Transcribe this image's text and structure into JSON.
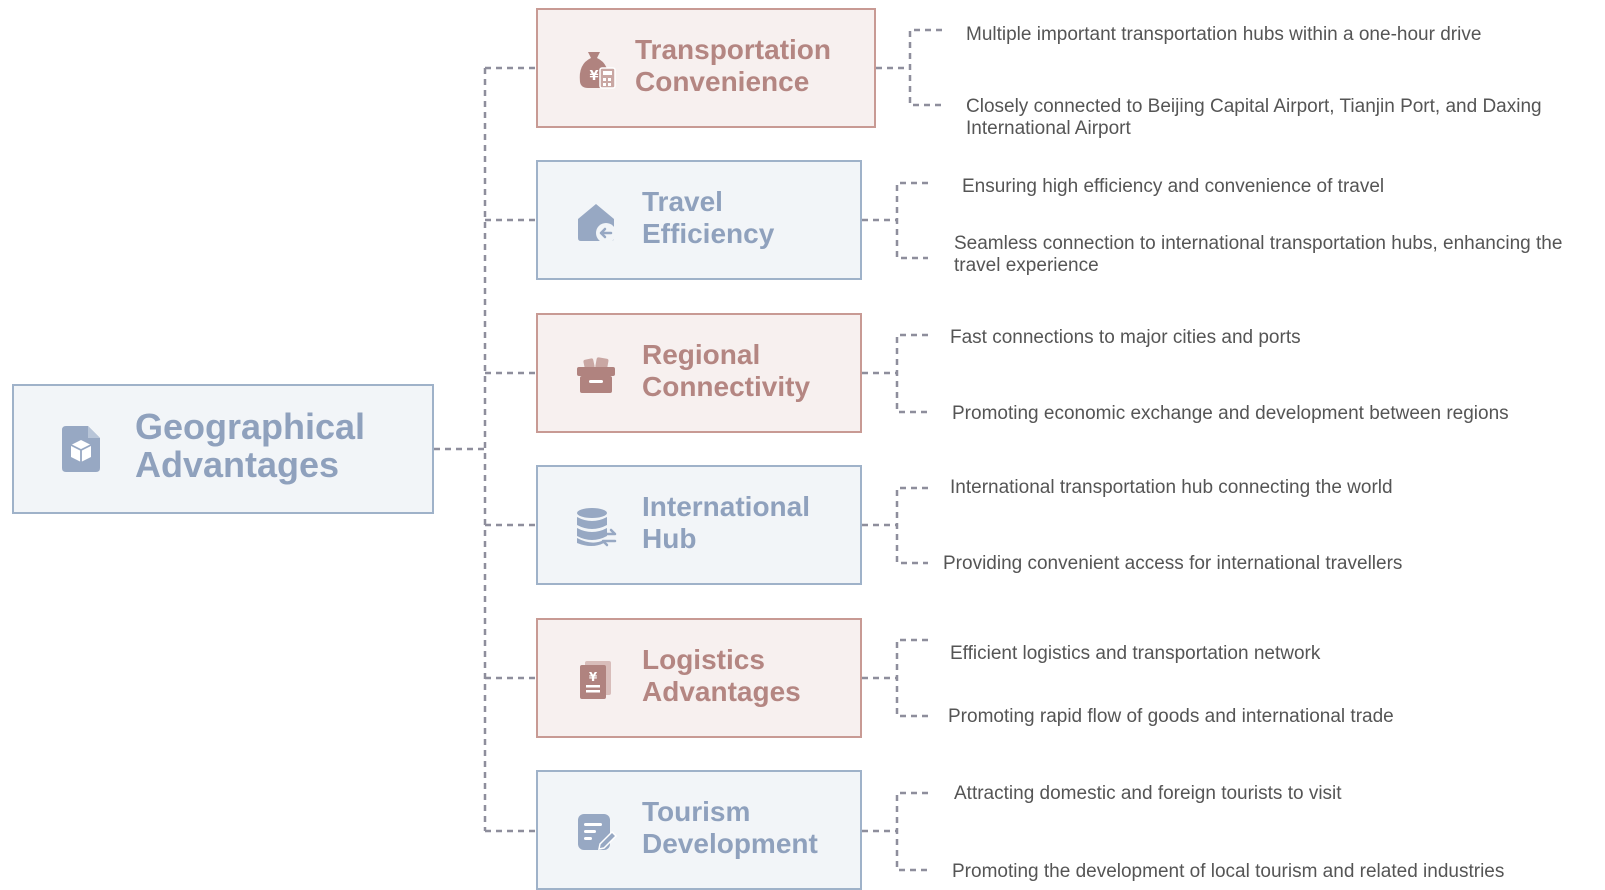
{
  "root": {
    "title": "Geographical\nAdvantages",
    "icon": "box-icon"
  },
  "branches": [
    {
      "title": "Transportation\nConvenience",
      "icon": "money-bag-calculator-icon",
      "leaves": [
        "Multiple important transportation hubs within a one-hour drive",
        "Closely connected to Beijing Capital Airport, Tianjin Port, and Daxing International Airport"
      ]
    },
    {
      "title": "Travel\nEfficiency",
      "icon": "house-return-icon",
      "leaves": [
        "Ensuring high efficiency and convenience of travel",
        "Seamless connection to international transportation hubs, enhancing the travel experience"
      ]
    },
    {
      "title": "Regional\nConnectivity",
      "icon": "package-box-icon",
      "leaves": [
        "Fast connections to major cities and ports",
        "Promoting economic exchange and development between regions"
      ]
    },
    {
      "title": "International\nHub",
      "icon": "database-exchange-icon",
      "leaves": [
        "International transportation hub connecting the world",
        "Providing convenient access for international travellers"
      ]
    },
    {
      "title": "Logistics\nAdvantages",
      "icon": "yen-document-icon",
      "leaves": [
        "Efficient logistics and transportation network",
        "Promoting rapid flow of goods and international trade"
      ]
    },
    {
      "title": "Tourism\nDevelopment",
      "icon": "edit-document-icon",
      "leaves": [
        "Attracting domestic and foreign tourists to visit",
        "Promoting the development of local tourism and related industries"
      ]
    }
  ],
  "colors": {
    "warm_fill": "#f7f0ef",
    "warm_border": "#c89a94",
    "warm_text": "#b48682",
    "cool_fill": "#f2f5f8",
    "cool_border": "#9fb2c9",
    "cool_text": "#8fa1bd",
    "connector": "#8e8e9c",
    "leaf_text": "#555555"
  }
}
